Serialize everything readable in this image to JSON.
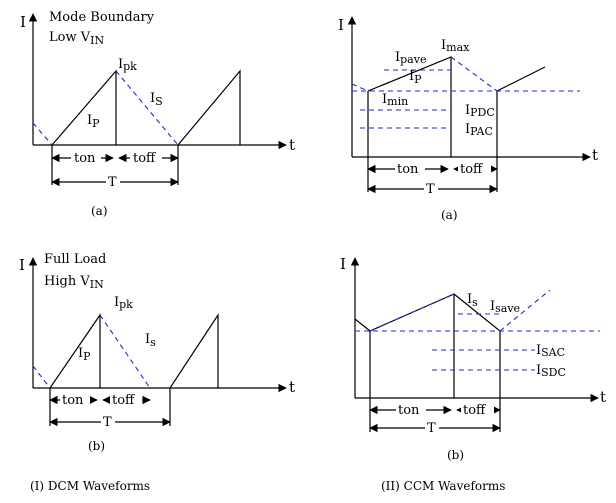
{
  "panels": {
    "dcm_a": {
      "y_axis": "I",
      "x_axis": "t",
      "note_line1": "Mode Boundary",
      "note_line2_main": "Low V",
      "note_line2_sub": "IN",
      "peak_main": "I",
      "peak_sub": "pk",
      "primary_main": "I",
      "primary_sub": "P",
      "secondary_main": "I",
      "secondary_sub": "S",
      "ton": "ton",
      "toff": "toff",
      "period": "T",
      "caption": "(a)"
    },
    "dcm_b": {
      "y_axis": "I",
      "x_axis": "t",
      "note_line1": "Full Load",
      "note_line2_main": "High V",
      "note_line2_sub": "IN",
      "peak_main": "I",
      "peak_sub": "pk",
      "primary_main": "I",
      "primary_sub": "P",
      "secondary_main": "I",
      "secondary_sub": "s",
      "ton": "ton",
      "toff": "toff",
      "period": "T",
      "caption": "(b)"
    },
    "ccm_a": {
      "y_axis": "I",
      "x_axis": "t",
      "max_main": "I",
      "max_sub": "max",
      "pave_main": "I",
      "pave_sub": "pave",
      "primary_main": "I",
      "primary_sub": "P",
      "min_main": "I",
      "min_sub": "min",
      "pdc_main": "I",
      "pdc_sub": "PDC",
      "pac_main": "I",
      "pac_sub": "PAC",
      "ton": "ton",
      "toff": "toff",
      "period": "T",
      "caption": "(a)"
    },
    "ccm_b": {
      "y_axis": "I",
      "x_axis": "t",
      "s_main": "I",
      "s_sub": "s",
      "save_main": "I",
      "save_sub": "save",
      "sac_main": "I",
      "sac_sub": "SAC",
      "sdc_main": "I",
      "sdc_sub": "SDC",
      "ton": "ton",
      "toff": "toff",
      "period": "T",
      "caption": "(b)"
    }
  },
  "captions": {
    "dcm": "(I) DCM Waveforms",
    "ccm": "(II) CCM Waveforms"
  },
  "colors": {
    "ink": "#000000",
    "dashed": "#1b2cc8"
  }
}
